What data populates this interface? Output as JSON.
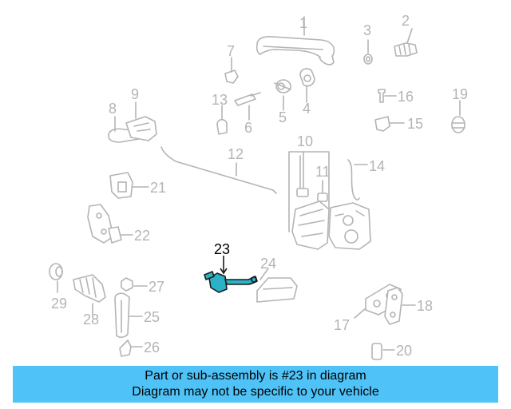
{
  "labels": {
    "p1": "1",
    "p2": "2",
    "p3": "3",
    "p4": "4",
    "p5": "5",
    "p6": "6",
    "p7": "7",
    "p8": "8",
    "p9": "9",
    "p10": "10",
    "p11": "11",
    "p12": "12",
    "p13": "13",
    "p14": "14",
    "p15": "15",
    "p16": "16",
    "p17": "17",
    "p18": "18",
    "p19": "19",
    "p20": "20",
    "p21": "21",
    "p22": "22",
    "p23": "23",
    "p24": "24",
    "p25": "25",
    "p26": "26",
    "p27": "27",
    "p28": "28",
    "p29": "29"
  },
  "highlight_part": "23",
  "colors": {
    "highlight": "#2ab3c6",
    "banner": "#4fc3f7",
    "part_line": "#b4b4b4"
  },
  "banner": {
    "line1": "Part or sub-assembly is #23 in diagram",
    "line2": "Diagram may not be specific to your vehicle"
  }
}
